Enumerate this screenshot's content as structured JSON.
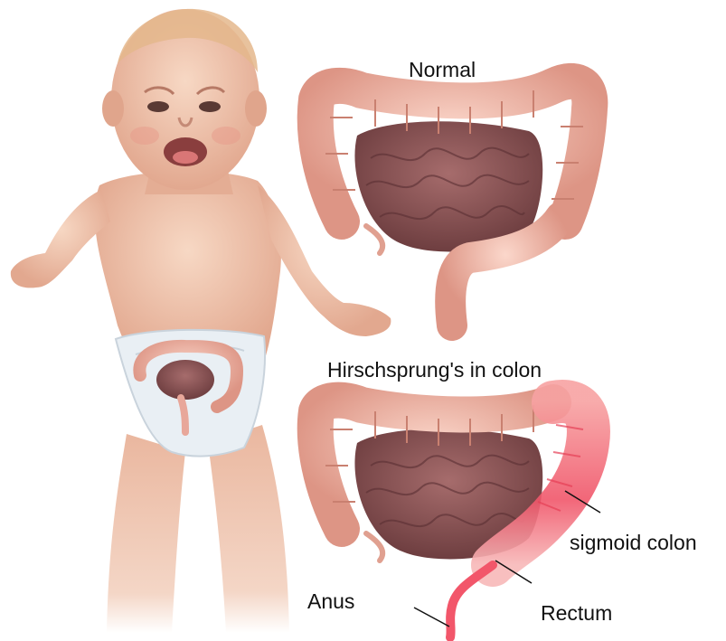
{
  "labels": {
    "normal": "Normal",
    "hirschsprung": "Hirschsprung's in colon",
    "sigmoid": "sigmoid colon",
    "anus": "Anus",
    "rectum": "Rectum"
  },
  "colors": {
    "skin": "#f2c8b0",
    "skin_shadow": "#d99f86",
    "colon": "#f3b6a6",
    "colon_edge": "#c97a6a",
    "small_intestine": "#8e5a5a",
    "inflamed": "#f2566a",
    "diaper": "#e6edf3"
  }
}
